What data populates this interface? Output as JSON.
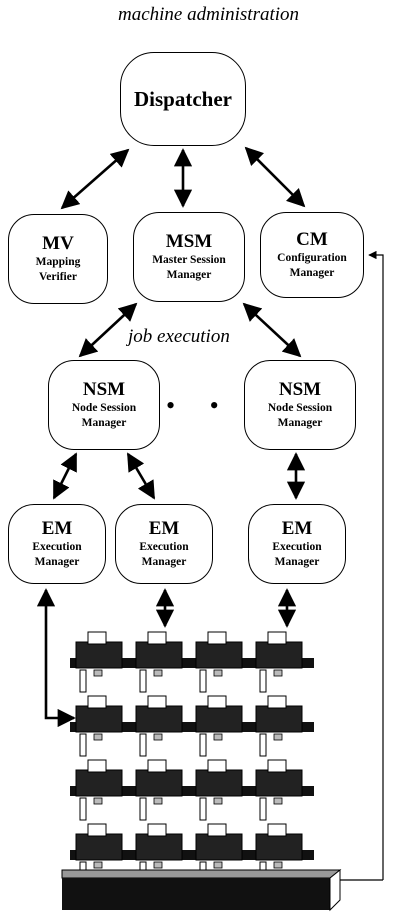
{
  "sections": {
    "machine_administration": "machine administration",
    "job_execution": "job execution"
  },
  "nodes": {
    "dispatcher": {
      "label": "Dispatcher"
    },
    "mv": {
      "abbr": "MV",
      "full_1": "Mapping",
      "full_2": "Verifier"
    },
    "msm": {
      "abbr": "MSM",
      "full_1": "Master Session",
      "full_2": "Manager"
    },
    "cm": {
      "abbr": "CM",
      "full_1": "Configuration",
      "full_2": "Manager"
    },
    "nsm1": {
      "abbr": "NSM",
      "full_1": "Node Session",
      "full_2": "Manager"
    },
    "nsm2": {
      "abbr": "NSM",
      "full_1": "Node Session",
      "full_2": "Manager"
    },
    "em1": {
      "abbr": "EM",
      "full_1": "Execution",
      "full_2": "Manager"
    },
    "em2": {
      "abbr": "EM",
      "full_1": "Execution",
      "full_2": "Manager"
    },
    "em3": {
      "abbr": "EM",
      "full_1": "Execution",
      "full_2": "Manager"
    }
  },
  "ellipsis": "• • •",
  "hardware": {
    "rows": 4,
    "columns": 4
  }
}
